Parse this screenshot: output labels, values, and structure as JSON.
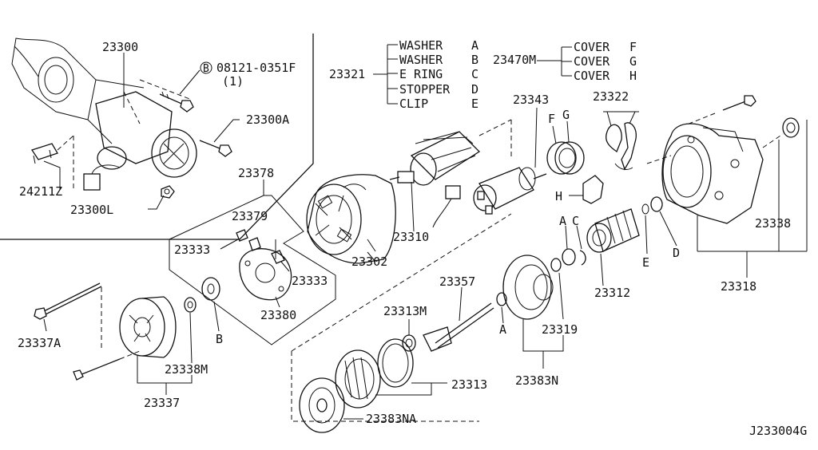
{
  "labels": {
    "p23300": "23300",
    "bolt_circle": "B",
    "bolt_code": "08121-0351F",
    "bolt_qty": "(1)",
    "p23300A": "23300A",
    "p24211Z": "24211Z",
    "p23300L": "23300L",
    "p23321": "23321",
    "washer_a": "WASHER",
    "washer_a_key": "A",
    "washer_b": "WASHER",
    "washer_b_key": "B",
    "ering": "E RING",
    "ering_key": "C",
    "stopper": "STOPPER",
    "stopper_key": "D",
    "clip": "CLIP",
    "clip_key": "E",
    "p23470M": "23470M",
    "cover_f": "COVER",
    "cover_f_key": "F",
    "cover_g": "COVER",
    "cover_g_key": "G",
    "cover_h": "COVER",
    "cover_h_key": "H",
    "p23343": "23343",
    "p23322": "23322",
    "key_F": "F",
    "key_G": "G",
    "key_H": "H",
    "p23378": "23378",
    "p23379": "23379",
    "p23333a": "23333",
    "p23333b": "23333",
    "p23380": "23380",
    "p23302": "23302",
    "p23310": "23310",
    "p23338": "23338",
    "key_A1": "A",
    "key_C": "C",
    "key_E": "E",
    "key_D": "D",
    "p23318": "23318",
    "p23312": "23312",
    "p23357": "23357",
    "p23313M": "23313M",
    "key_A2": "A",
    "p23319": "23319",
    "p23383N": "23383N",
    "p23313": "23313",
    "p23383NA": "23383NA",
    "p23337A": "23337A",
    "key_B": "B",
    "p23338M": "23338M",
    "p23337": "23337",
    "diagram_code": "J233004G"
  }
}
